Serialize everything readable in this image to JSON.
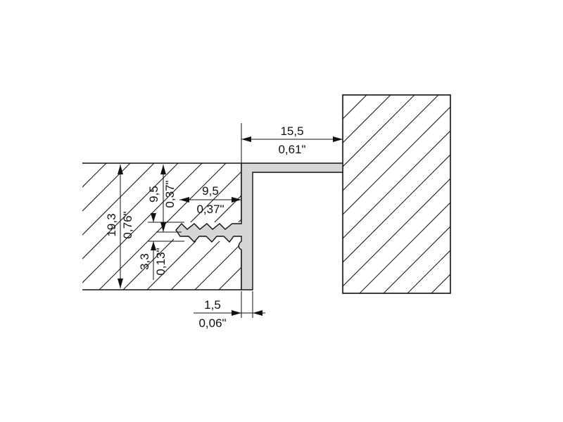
{
  "dimensions": {
    "top_width": {
      "mm": "15,5",
      "inch": "0,61\""
    },
    "total_height": {
      "mm": "19,3",
      "inch": "0,76\""
    },
    "upper_height": {
      "mm": "9,5",
      "inch": "0,37\""
    },
    "fin_length": {
      "mm": "9,5",
      "inch": "0,37\""
    },
    "fin_height": {
      "mm": "3,3",
      "inch": "0,13\""
    },
    "wall_thickness": {
      "mm": "1,5",
      "inch": "0,06\""
    }
  },
  "colors": {
    "line": "#111111",
    "profile_fill": "#d6d6d6",
    "background": "#ffffff"
  }
}
